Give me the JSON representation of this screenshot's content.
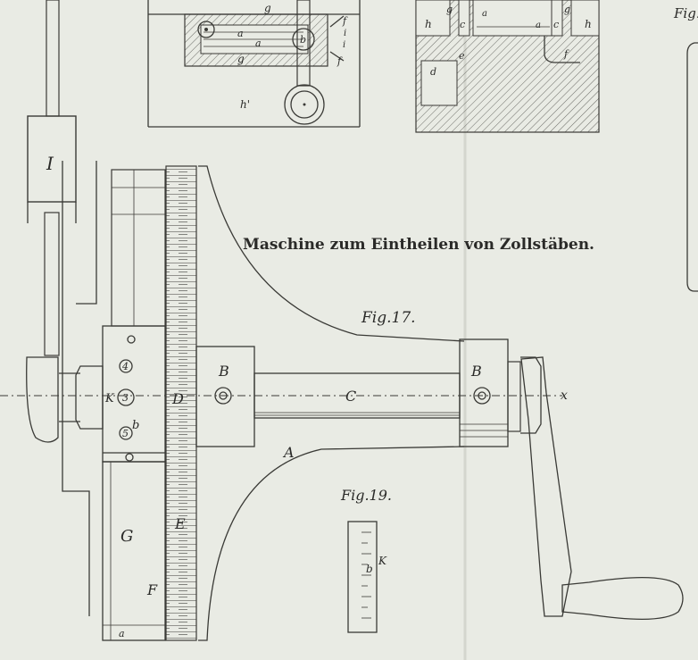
{
  "title": "Maschine zum Eintheilen von Zollstäben.",
  "figures": {
    "fig17": "Fig.17.",
    "fig19": "Fig.19.",
    "fig_corner": "Fig."
  },
  "labels": {
    "I": "I",
    "A": "A",
    "B_left": "B",
    "B_right": "B",
    "C": "C",
    "D": "D",
    "E": "E",
    "F": "F",
    "G": "G",
    "K": "K",
    "K19": "K",
    "b": "b",
    "b19": "b",
    "x": "x",
    "n3": "3",
    "n4": "4",
    "n5": "5",
    "a_bottom": "a",
    "top_g1": "g",
    "top_g2": "g",
    "top_a1": "a",
    "top_a2": "a",
    "top_b": "b",
    "top_f1": "f",
    "top_f2": "f",
    "top_i1": "i",
    "top_i2": "i",
    "top_h": "h'",
    "tr_h1": "h",
    "tr_h2": "h",
    "tr_g1": "g",
    "tr_g2": "g",
    "tr_c1": "c",
    "tr_c2": "c",
    "tr_a1": "a",
    "tr_a2": "a",
    "tr_d": "d",
    "tr_e": "e",
    "tr_f": "f"
  }
}
